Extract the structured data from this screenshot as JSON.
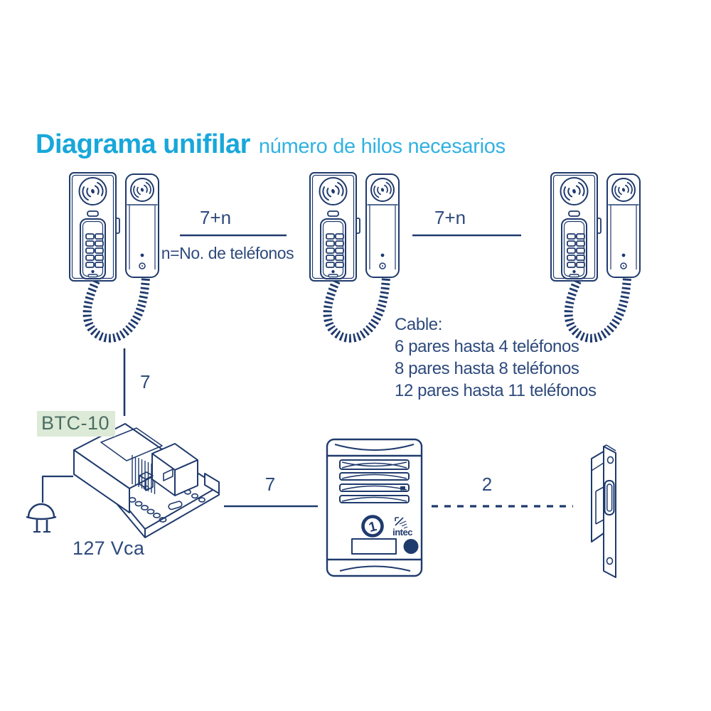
{
  "title": {
    "main": "Diagrama unifilar",
    "subtitle": "número de hilos necesarios"
  },
  "connections": {
    "phone1_phone2": {
      "label": "7+n",
      "note": "n=No. de teléfonos",
      "style": "solid"
    },
    "phone2_phone3": {
      "label": "7+n",
      "style": "solid"
    },
    "phone1_to_psu": {
      "label": "7",
      "style": "solid"
    },
    "psu_to_door": {
      "label": "7",
      "style": "solid"
    },
    "door_to_strike": {
      "label": "2",
      "style": "dashed"
    }
  },
  "cable": {
    "heading": "Cable:",
    "lines": [
      "6 pares hasta 4 teléfonos",
      "8 pares hasta 8 teléfonos",
      "12 pares hasta 11 teléfonos"
    ]
  },
  "psu": {
    "model": "BTC-10",
    "voltage": "127 Vca"
  },
  "door_station": {
    "button_number": "1",
    "brand": "intec"
  },
  "devices": {
    "intercom_phones_count": 3,
    "items": [
      "intercom-phone",
      "intercom-phone",
      "intercom-phone",
      "power-supply",
      "door-station",
      "electric-strike"
    ]
  },
  "icons": {
    "power_plug": "ac-plug",
    "speaker": "speaker-waves",
    "brand_arrow": "intec-arrow"
  },
  "colors": {
    "line": "#1f3a6d",
    "text": "#2e4a7c",
    "title": "#18a7da",
    "subtitle": "#31b1e2",
    "psu_label_text": "#4b6e63",
    "psu_label_bg": "#dcead7",
    "background": "#ffffff"
  }
}
